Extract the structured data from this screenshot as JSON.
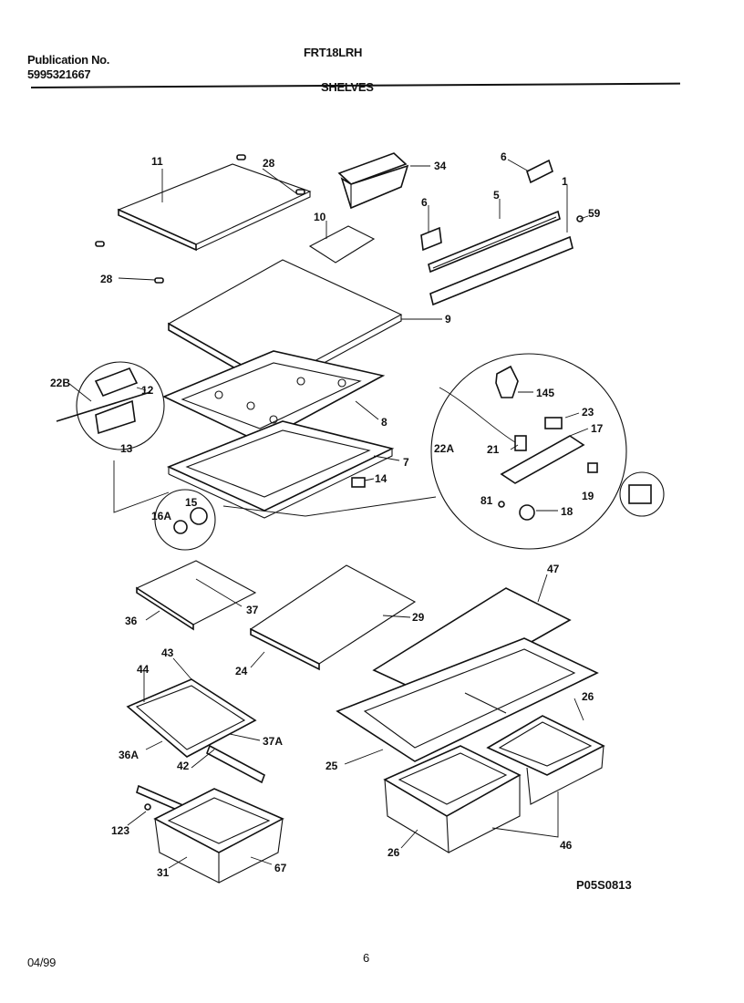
{
  "header": {
    "publication_label": "Publication No.",
    "publication_number": "5995321667",
    "model": "FRT18LRH",
    "section": "SHELVES"
  },
  "diagram_code": "P05S0813",
  "footer": {
    "date": "04/99",
    "page": "6"
  },
  "callouts": {
    "c11": "11",
    "c28a": "28",
    "c28b": "28",
    "c34": "34",
    "c6a": "6",
    "c6b": "6",
    "c5": "5",
    "c1": "1",
    "c59": "59",
    "c10": "10",
    "c9": "9",
    "c22b": "22B",
    "c12": "12",
    "c8": "8",
    "c13": "13",
    "c7": "7",
    "c14": "14",
    "c15": "15",
    "c16a": "16A",
    "c145": "145",
    "c23": "23",
    "c17": "17",
    "c22a": "22A",
    "c21": "21",
    "c19": "19",
    "c81": "81",
    "c18": "18",
    "c47": "47",
    "c37": "37",
    "c36": "36",
    "c29": "29",
    "c24": "24",
    "c43": "43",
    "c44": "44",
    "c26a": "26",
    "c37a": "37A",
    "c36a": "36A",
    "c25": "25",
    "c42": "42",
    "c123": "123",
    "c26b": "26",
    "c46": "46",
    "c31": "31",
    "c67": "67"
  }
}
